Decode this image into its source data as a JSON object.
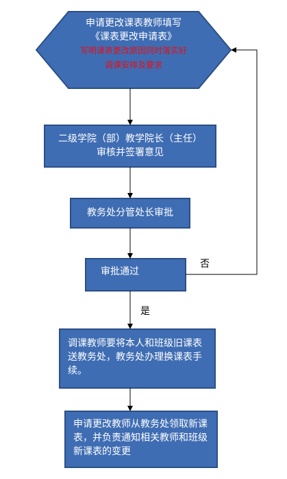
{
  "flowchart": {
    "start": {
      "line1": "申请更改课表教师填写",
      "line2": "《课表更改申请表》",
      "note1": "写明课表更改原因同时落实好",
      "note2": "调课安排及要求"
    },
    "step_dean": {
      "line1": "二级学院（部）教学院长（主任）",
      "line2": "审核并签署意见"
    },
    "step_office": {
      "text": "教务处分管处长审批"
    },
    "decision": {
      "text": "审批通过"
    },
    "label_no": "否",
    "label_yes": "是",
    "step_submit": {
      "line1": "调课教师要将本人和班级旧课表",
      "line2": "送教务处，教务处办理换课表手",
      "line3": "续。"
    },
    "step_collect": {
      "line1": "申请更改教师从教务处领取新课",
      "line2": "表，并负责通知相关教师和班级",
      "line3": "新课表的变更"
    },
    "colors": {
      "box_fill": "#3f6db3",
      "box_stroke": "#2b4f86",
      "arrow": "#000000",
      "note_red": "#e0101a"
    }
  }
}
